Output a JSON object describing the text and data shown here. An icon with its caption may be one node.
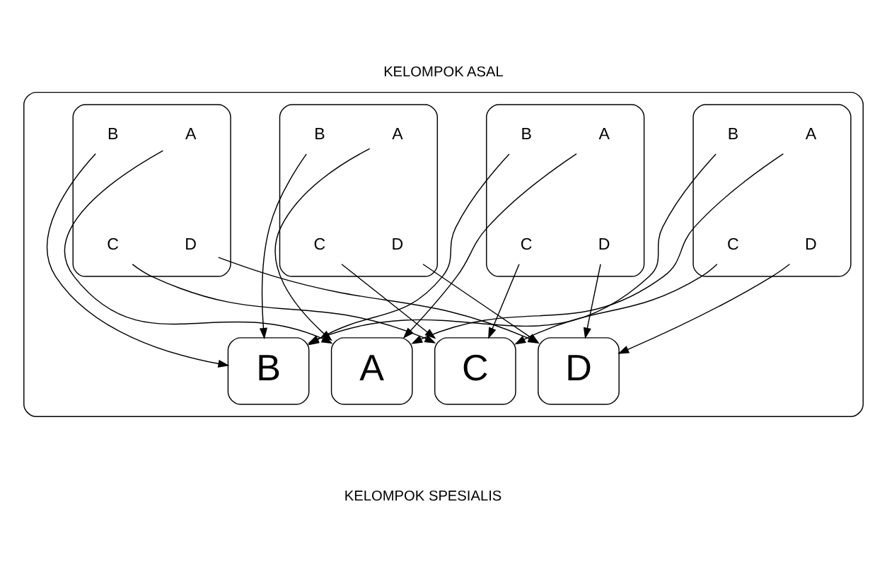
{
  "diagram": {
    "title": "KELOMPOK ASAL",
    "caption": "KELOMPOK SPESIALIS",
    "nodes": [
      {
        "text": [],
        "shape": "box"
      },
      {
        "text": [],
        "shape": "box",
        "in": 0
      },
      {
        "text": [
          "A"
        ],
        "in": 1
      },
      {
        "text": [
          "B"
        ],
        "in": 1
      },
      {
        "text": [
          "C"
        ],
        "in": 1
      },
      {
        "text": [
          "D"
        ],
        "in": 1
      },
      {
        "text": [],
        "shape": "box",
        "in": 0
      },
      {
        "text": [
          "A"
        ],
        "in": 6
      },
      {
        "text": [
          "B"
        ],
        "in": 6
      },
      {
        "text": [
          "C"
        ],
        "in": 6
      },
      {
        "text": [
          "D"
        ],
        "in": 6
      },
      {
        "text": [],
        "shape": "box",
        "in": 0
      },
      {
        "text": [
          "A"
        ],
        "in": 11
      },
      {
        "text": [
          "B"
        ],
        "in": 11
      },
      {
        "text": [
          "C"
        ],
        "in": 11
      },
      {
        "text": [
          "D"
        ],
        "in": 11
      },
      {
        "text": [],
        "shape": "box",
        "in": 0
      },
      {
        "text": [
          "A"
        ],
        "in": 16
      },
      {
        "text": [
          "B"
        ],
        "in": 16
      },
      {
        "text": [
          "C"
        ],
        "in": 16
      },
      {
        "text": [
          "D"
        ],
        "in": 16
      },
      {
        "text": [
          "A"
        ],
        "in": 0
      },
      {
        "text": [
          "B"
        ],
        "in": 0
      },
      {
        "text": [
          "C"
        ],
        "in": 0
      },
      {
        "text": [
          "D"
        ],
        "in": 0
      }
    ],
    "edges": [
      {
        "from": 2,
        "to": 21,
        "arrow": "to"
      },
      {
        "from": 3,
        "to": 22,
        "arrow": "to"
      },
      {
        "from": 4,
        "to": 23,
        "arrow": "to"
      },
      {
        "from": 5,
        "to": 24,
        "arrow": "to"
      },
      {
        "from": 7,
        "to": 21,
        "arrow": "to"
      },
      {
        "from": 8,
        "to": 22,
        "arrow": "to"
      },
      {
        "from": 9,
        "to": 23,
        "arrow": "to"
      },
      {
        "from": 10,
        "to": 24,
        "arrow": "to"
      },
      {
        "from": 12,
        "to": 21,
        "arrow": "to"
      },
      {
        "from": 13,
        "to": 22,
        "arrow": "to"
      },
      {
        "from": 14,
        "to": 23,
        "arrow": "to"
      },
      {
        "from": 15,
        "to": 24,
        "arrow": "to"
      },
      {
        "from": 17,
        "to": 21,
        "arrow": "to"
      },
      {
        "from": 18,
        "to": 22,
        "arrow": "to"
      },
      {
        "from": 19,
        "to": 23,
        "arrow": "to"
      },
      {
        "from": 20,
        "to": 24,
        "arrow": "to"
      }
    ]
  }
}
